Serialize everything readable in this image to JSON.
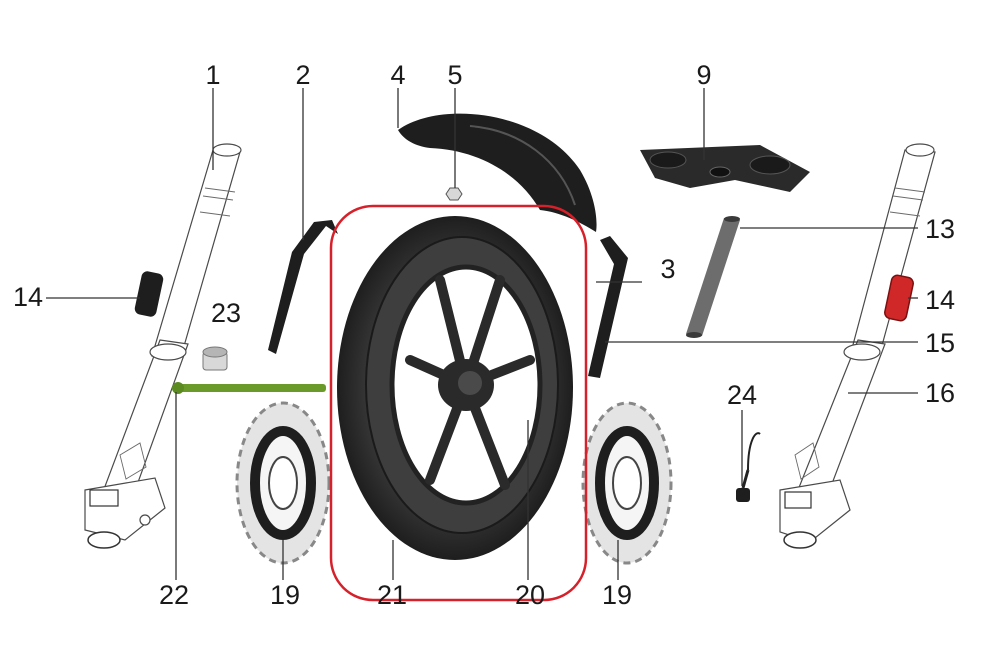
{
  "callouts": {
    "c1": "1",
    "c2": "2",
    "c3": "3",
    "c4": "4",
    "c5": "5",
    "c9": "9",
    "c13": "13",
    "c14_left": "14",
    "c14_right": "14",
    "c15": "15",
    "c16": "16",
    "c19_left": "19",
    "c19_right": "19",
    "c20": "20",
    "c21": "21",
    "c22": "22",
    "c23": "23",
    "c24": "24"
  },
  "colors": {
    "highlight_box": "#d6202a",
    "axle": "#6a9a2a",
    "reflector_right": "#d02828",
    "tire": "#2c2c2c",
    "part_black": "#1e1e1e"
  }
}
